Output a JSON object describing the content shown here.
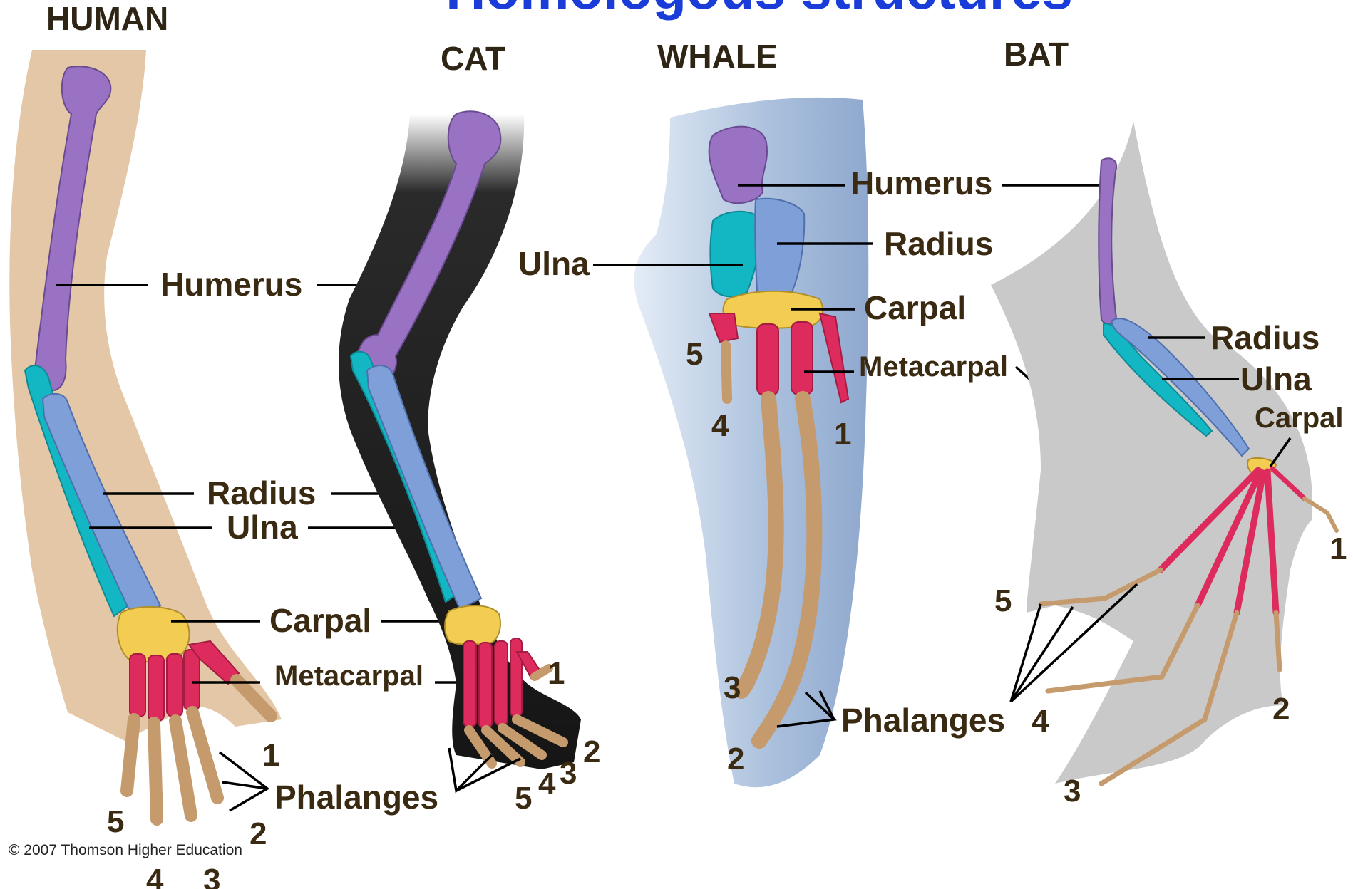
{
  "title": "Homologous structures",
  "colors": {
    "title": "#1a3cd8",
    "humerus": "#9a72c4",
    "radius": "#7f9fd8",
    "ulna": "#13b7c4",
    "carpal": "#f3cc52",
    "metacarpal": "#dc2b5c",
    "phalanges": "#c59a6c",
    "human_skin": "#e3c7a6",
    "cat_fur": "#1c1c1c",
    "whale_skin": "#a9bfdc",
    "bat_membrane": "#c9c9c9"
  },
  "animals": {
    "human": "HUMAN",
    "cat": "CAT",
    "whale": "WHALE",
    "bat": "BAT"
  },
  "human_labels": {
    "humerus": "Humerus",
    "radius": "Radius",
    "ulna": "Ulna",
    "carpal": "Carpal",
    "metacarpal": "Metacarpal",
    "phalanges": "Phalanges",
    "digits": [
      "1",
      "2",
      "3",
      "4",
      "5"
    ]
  },
  "cat_digits": [
    "1",
    "2",
    "3",
    "4",
    "5"
  ],
  "whale_labels": {
    "humerus": "Humerus",
    "radius": "Radius",
    "ulna": "Ulna",
    "carpal": "Carpal",
    "metacarpal": "Metacarpal",
    "phalanges": "Phalanges",
    "digits": [
      "1",
      "2",
      "3",
      "4",
      "5"
    ]
  },
  "bat_labels": {
    "radius": "Radius",
    "ulna": "Ulna",
    "carpal": "Carpal",
    "phalanges_digit": "4",
    "digits": [
      "1",
      "2",
      "3",
      "5"
    ]
  },
  "copyright": "© 2007 Thomson Higher Education"
}
